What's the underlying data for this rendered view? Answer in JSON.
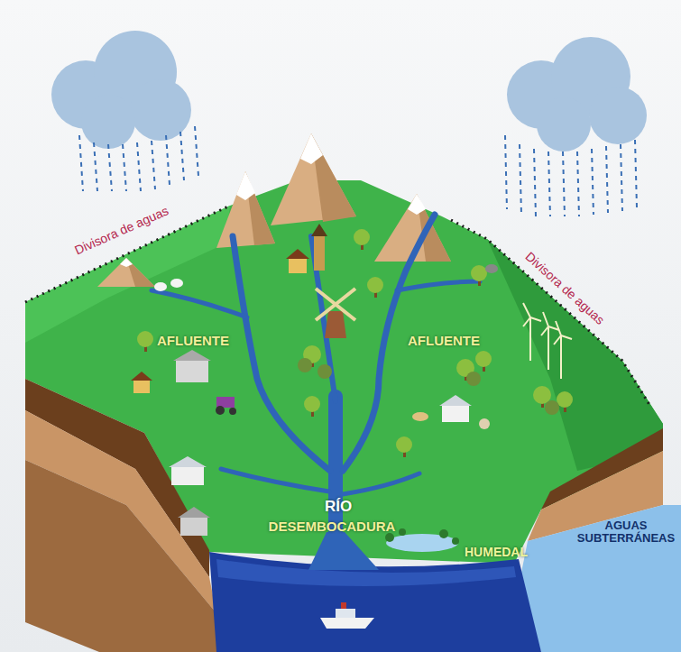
{
  "diagram": {
    "labels": [
      "Divisora de aguas",
      "Divisora de aguas",
      "AFLUENTE",
      "AFLUENTE",
      "RÍO",
      "DESEMBOCADURA",
      "HUMEDAL",
      "AGUAS SUBTERRÁNEAS"
    ]
  }
}
